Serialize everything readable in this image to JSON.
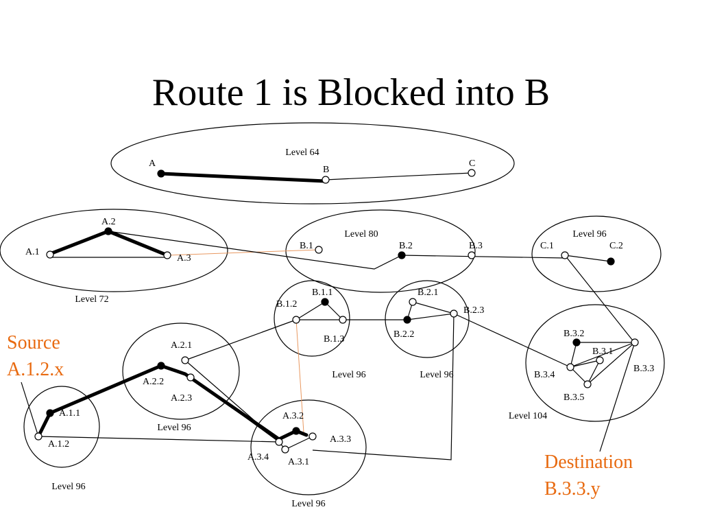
{
  "title": "Route 1 is Blocked into B",
  "colors": {
    "text": "#000000",
    "callout": "#e86a10",
    "blocked_link": "#e89860",
    "background": "#ffffff"
  },
  "regions": {
    "level64": "Level 64",
    "level72": "Level 72",
    "level80": "Level 80",
    "levelC": "Level 96",
    "levelB1": "Level 96",
    "levelB2": "Level 96",
    "levelA2": "Level 96",
    "levelA1": "Level 96",
    "levelA3": "Level 96",
    "levelB3": "Level 104"
  },
  "nodes": {
    "A": "A",
    "B": "B",
    "C": "C",
    "A_1": "A.1",
    "A_2": "A.2",
    "A_3": "A.3",
    "B_1": "B.1",
    "B_2": "B.2",
    "B_3": "B.3",
    "C_1": "C.1",
    "C_2": "C.2",
    "B_1_1": "B.1.1",
    "B_1_2": "B.1.2",
    "B_1_3": "B.1.3",
    "B_2_1": "B.2.1",
    "B_2_2": "B.2.2",
    "B_2_3": "B.2.3",
    "A_2_1": "A.2.1",
    "A_2_2": "A.2.2",
    "A_2_3": "A.2.3",
    "A_1_1": "A.1.1",
    "A_1_2": "A.1.2",
    "A_3_1": "A.3.1",
    "A_3_2": "A.3.2",
    "A_3_3": "A.3.3",
    "A_3_4": "A.3.4",
    "B_3_1": "B.3.1",
    "B_3_2": "B.3.2",
    "B_3_3": "B.3.3",
    "B_3_4": "B.3.4",
    "B_3_5": "B.3.5"
  },
  "callouts": {
    "source_line1": "Source",
    "source_line2": "A.1.2.x",
    "dest_line1": "Destination",
    "dest_line2": "B.3.3.y"
  }
}
